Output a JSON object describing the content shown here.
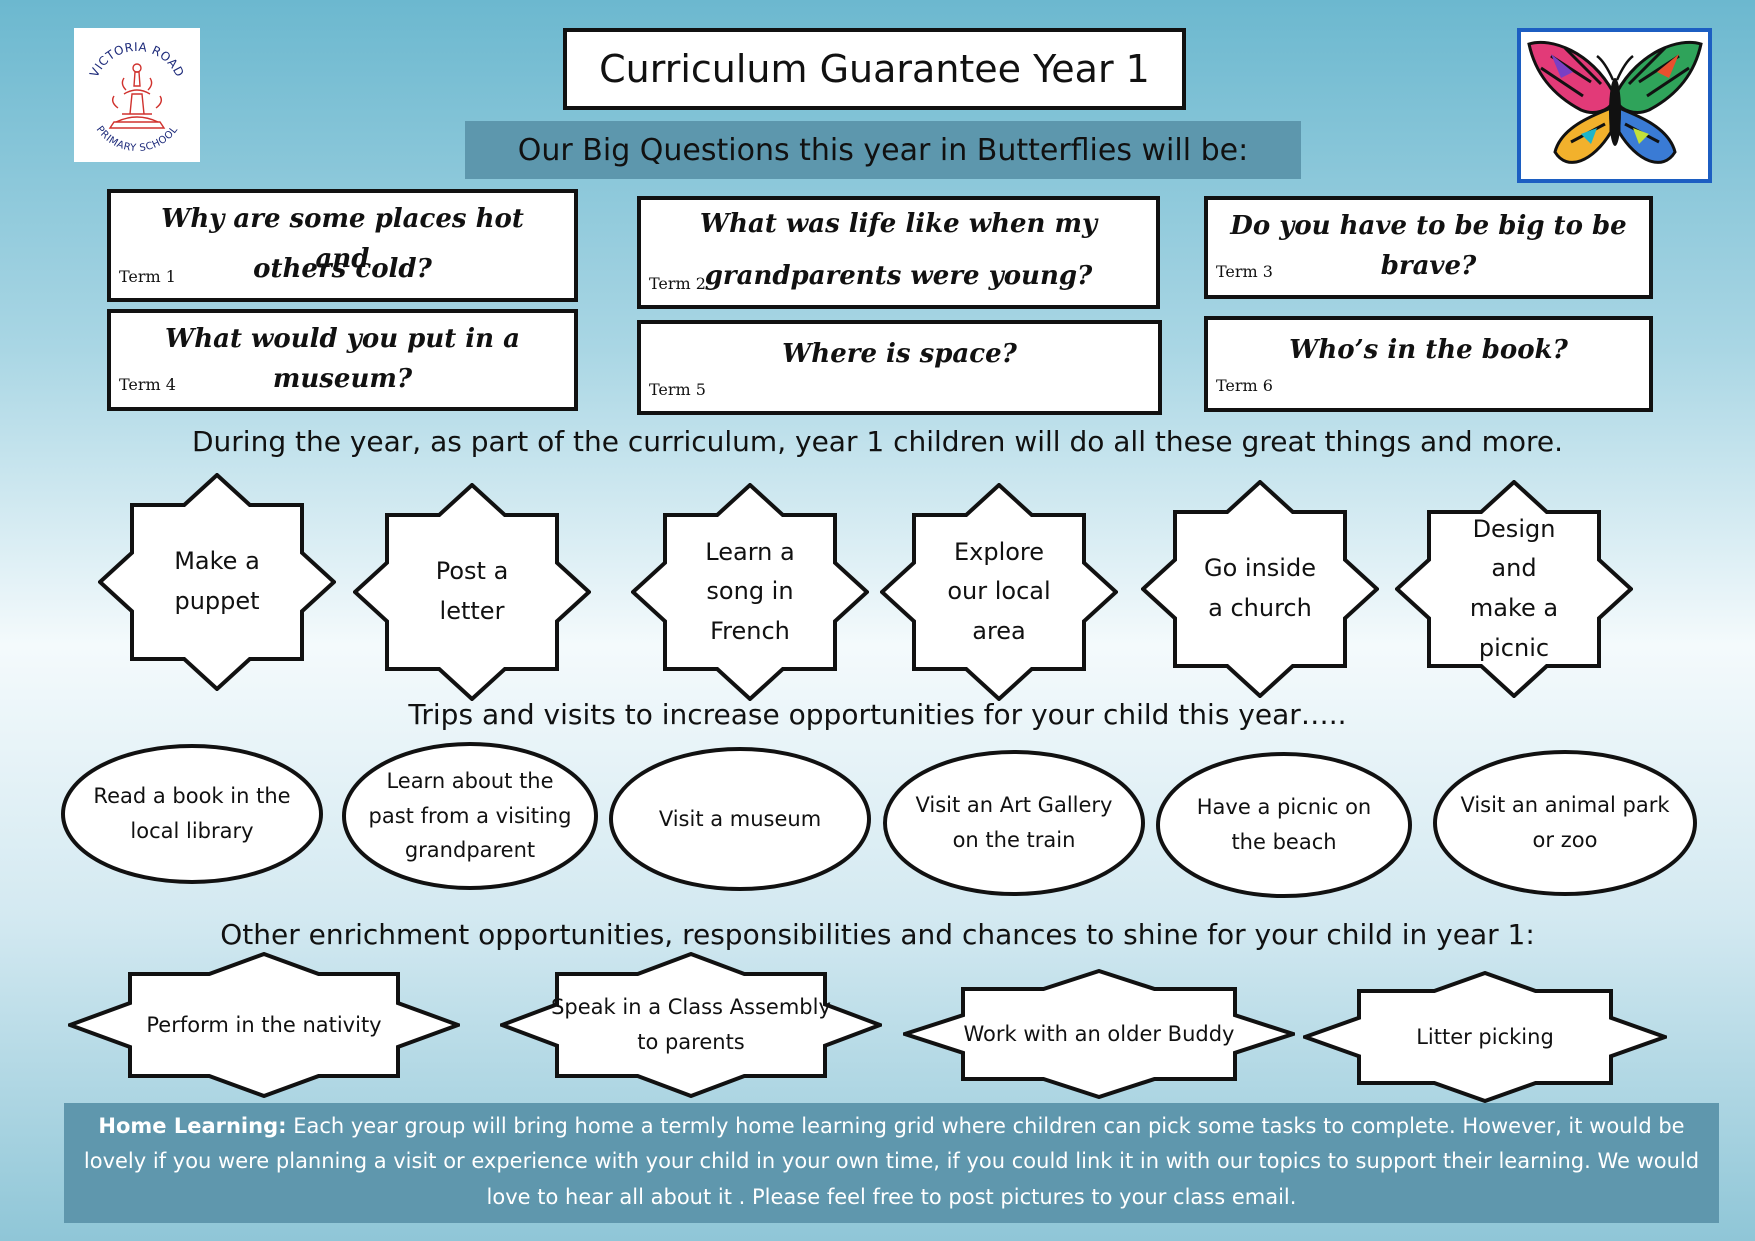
{
  "header": {
    "title": "Curriculum Guarantee Year 1",
    "subtitle": "Our Big Questions this year in Butterflies will be:",
    "logo": {
      "top_text": "VICTORIA ROAD",
      "bottom_text": "PRIMARY SCHOOL",
      "icon": "fountain-emblem-icon",
      "color": "#1d2a7a",
      "emblem_color": "#d0322e"
    },
    "mascot_icon": "butterfly-icon"
  },
  "big_questions": [
    {
      "term": "Term 1",
      "question_line1": "Why are some places hot and",
      "question_line2": "others cold?"
    },
    {
      "term": "Term 2",
      "question_line1": "What was life like when my",
      "question_line2": "grandparents were young?"
    },
    {
      "term": "Term 3",
      "question_line1": "Do you have to be big to be",
      "question_line2": "brave?"
    },
    {
      "term": "Term 4",
      "question_line1": "What would you put in a",
      "question_line2": "museum?"
    },
    {
      "term": "Term 5",
      "question_line1": "Where is space?",
      "question_line2": ""
    },
    {
      "term": "Term 6",
      "question_line1": "Who’s in the book?",
      "question_line2": ""
    }
  ],
  "things_heading": "During the year, as part of the curriculum, year 1 children will do all these great things and more.",
  "things": [
    "Make a puppet",
    "Post a letter",
    "Learn a song in French",
    "Explore our local area",
    "Go inside a church",
    "Design and make a picnic"
  ],
  "trips_heading": "Trips and visits to increase opportunities for your child this year…..",
  "trips": [
    "Read a book in the local library",
    "Learn about the past from a visiting grandparent",
    "Visit a museum",
    "Visit an Art Gallery on the train",
    "Have a picnic on the beach",
    "Visit an animal park or zoo"
  ],
  "enrichment_heading": "Other enrichment opportunities, responsibilities and chances to shine for your child in year 1:",
  "enrichment": [
    "Perform in the nativity",
    "Speak in a Class Assembly to parents",
    "Work with an older Buddy",
    "Litter picking"
  ],
  "home_learning": {
    "label": "Home Learning:",
    "text": " Each year group will bring home a termly home learning grid where children can pick some tasks to complete. However, it would be lovely if you were planning a visit or experience with your child in your own time, if you could link it in with our topics to support their learning. We would love to hear all about it . Please feel free to post pictures to your class email."
  },
  "colors": {
    "banner": "#5d97ad",
    "ink": "#111111",
    "butterfly_frame": "#1c5ec2"
  }
}
